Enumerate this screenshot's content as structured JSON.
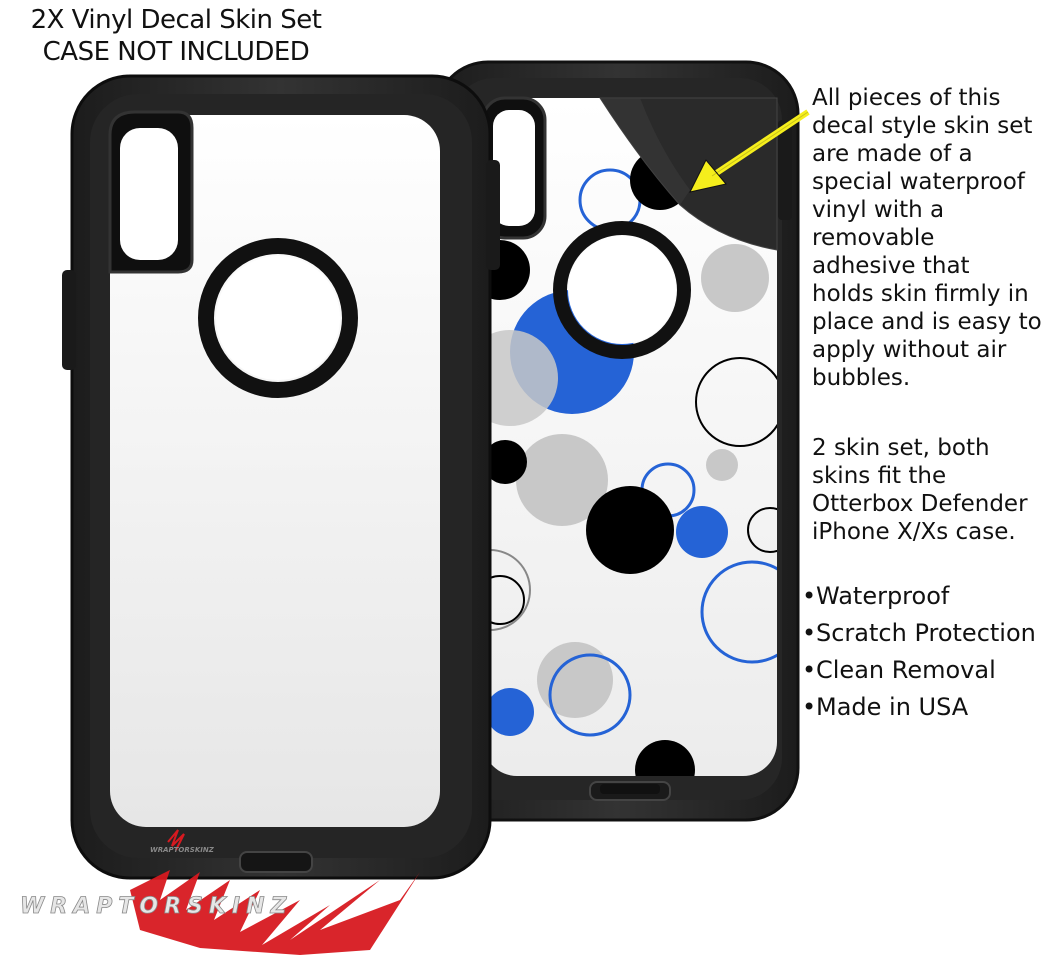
{
  "header": {
    "line1": "2X Vinyl Decal Skin Set",
    "line2": "CASE NOT INCLUDED"
  },
  "description": {
    "lines": [
      "All pieces of this",
      "decal style  skin set",
      "are made of a",
      "special waterproof",
      "vinyl with a",
      "removable",
      "adhesive that",
      "holds skin firmly in",
      "place and is easy to",
      "apply without air",
      "bubbles."
    ],
    "fit_lines": [
      "2 skin set, both",
      "skins fit the",
      "Otterbox Defender",
      "iPhone X/Xs case."
    ]
  },
  "features": [
    "Waterproof",
    "Scratch Protection",
    "Clean Removal",
    "Made in USA"
  ],
  "logo": {
    "text": "WRAPTORSKINZ",
    "small_text": "WRAPTORSKINZ"
  },
  "colors": {
    "case": "#2b2b2b",
    "accent_blue": "#2563d6",
    "arrow": "#f5ee1c",
    "logo_red": "#d71920",
    "dot_gray": "#c8c8c8",
    "dot_black": "#000000"
  }
}
